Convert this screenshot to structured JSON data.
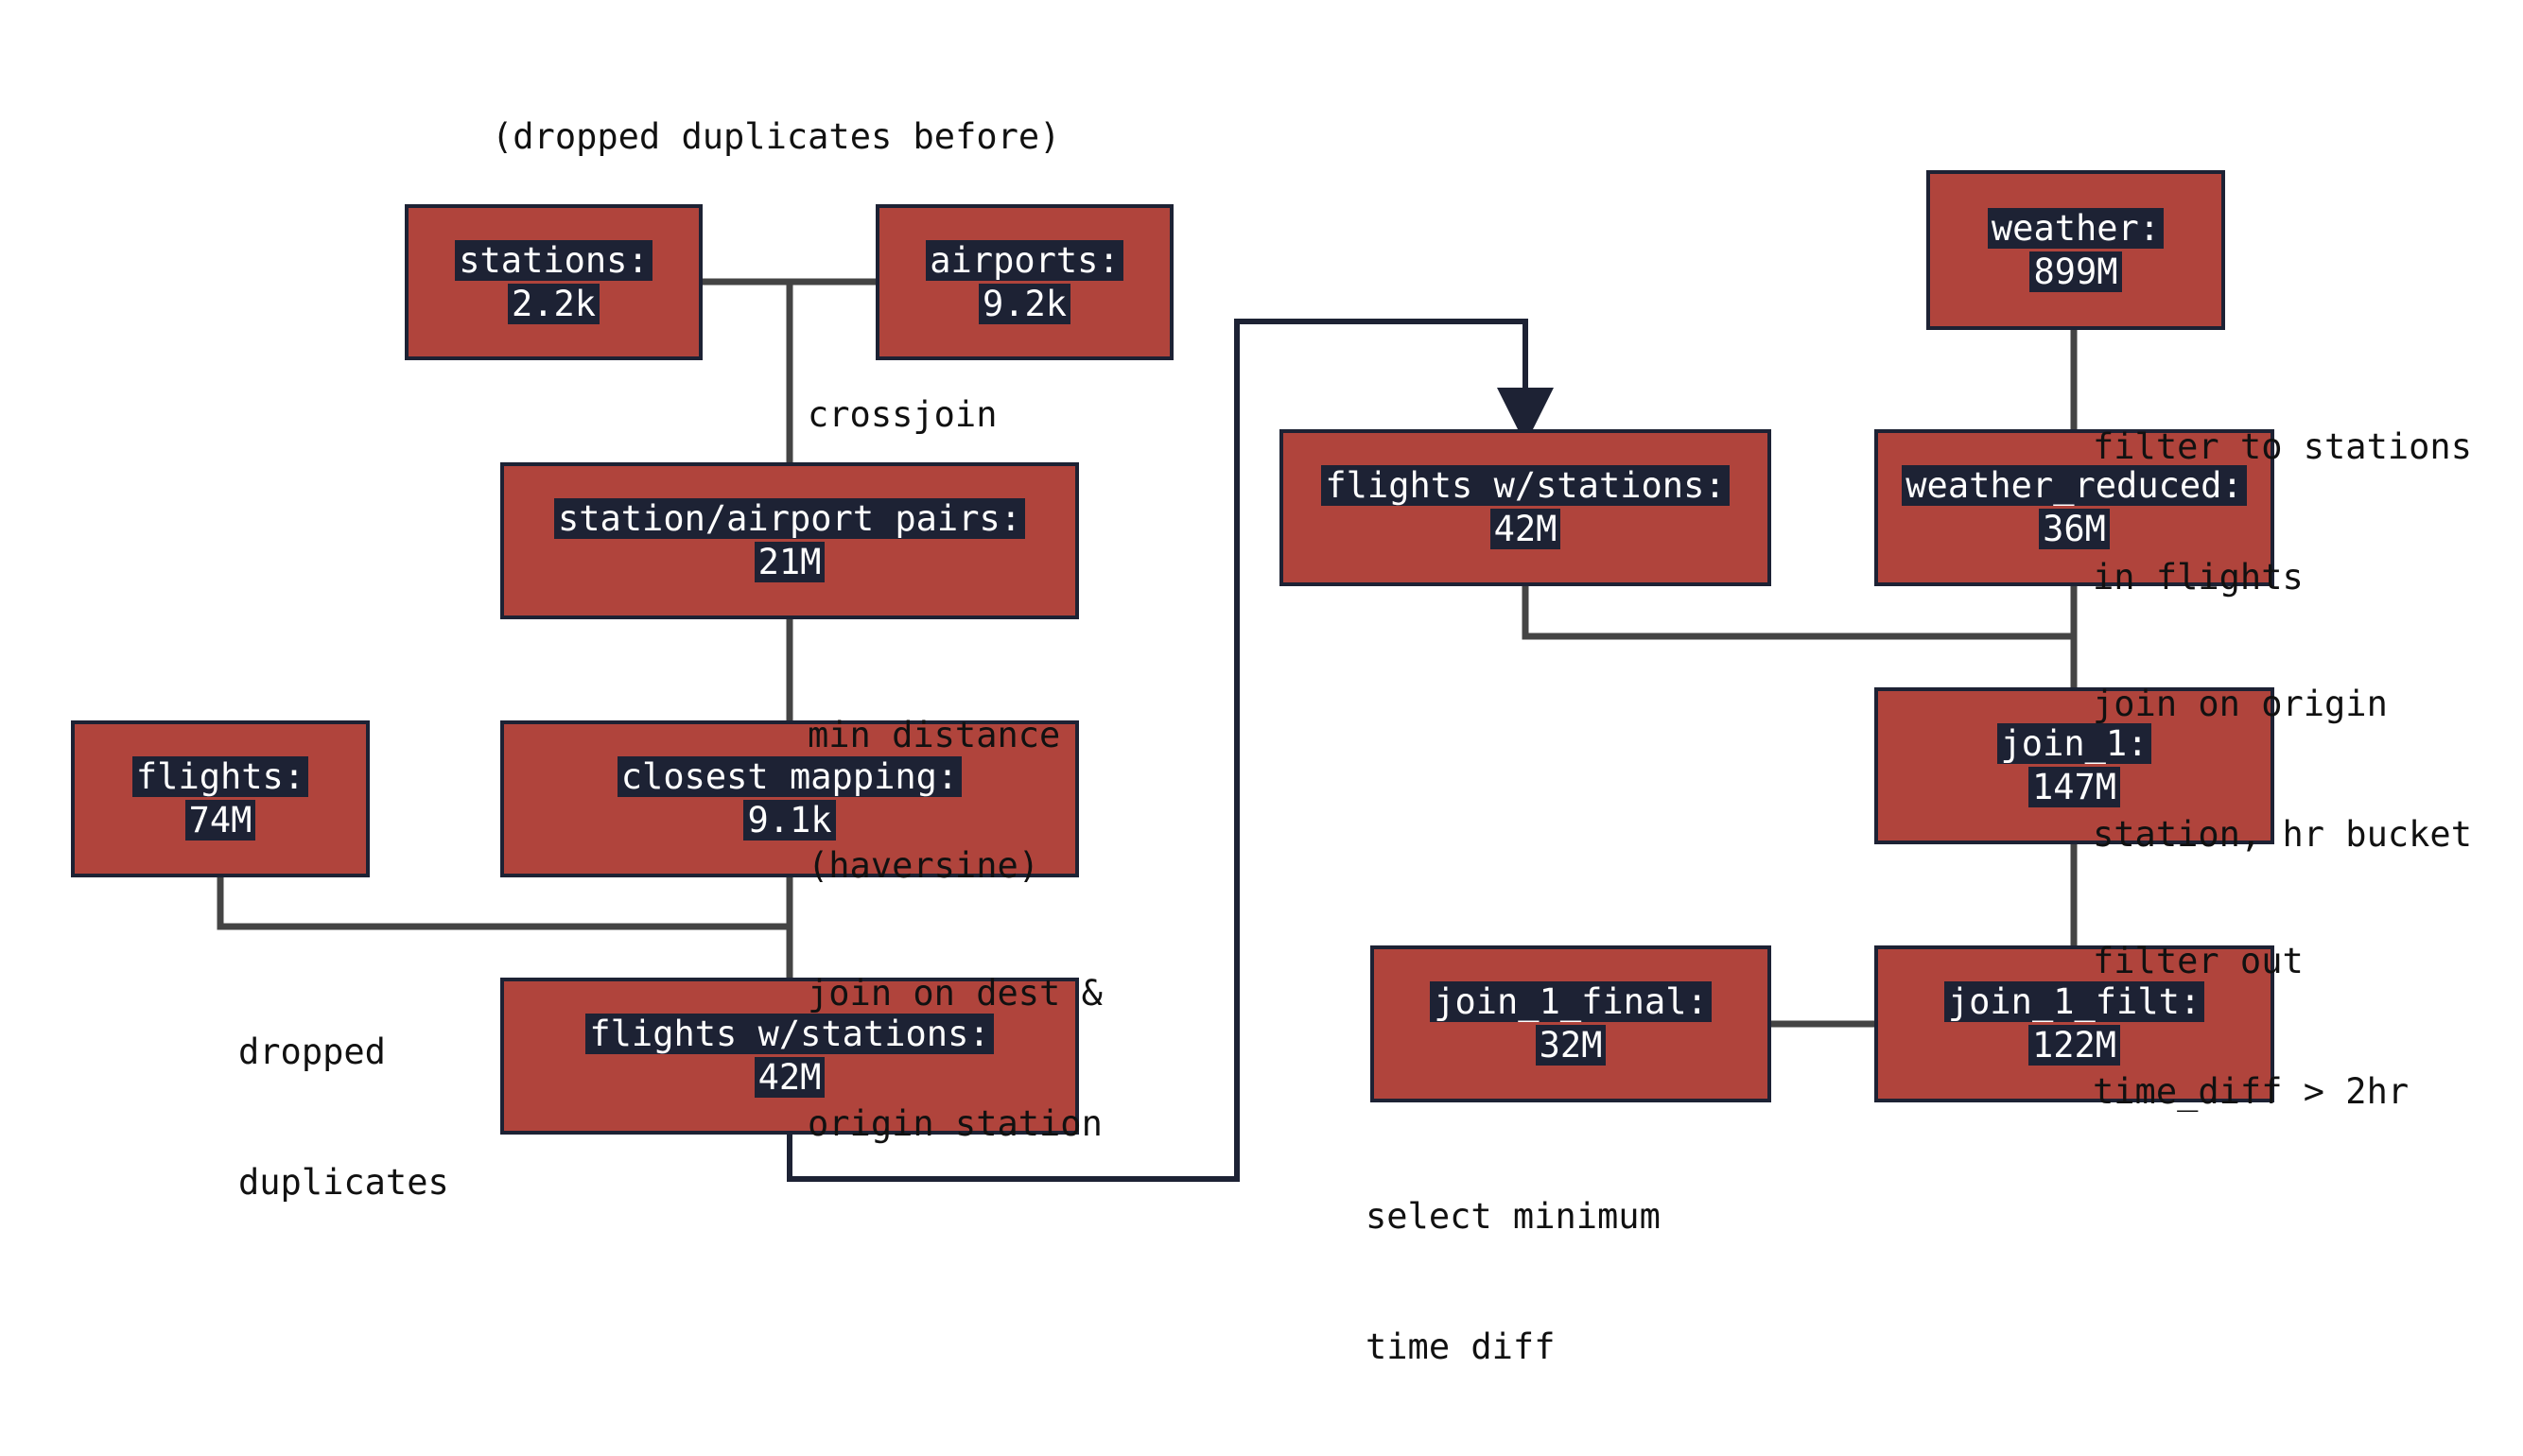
{
  "nodes": {
    "stations": {
      "line1": "stations:",
      "line2": "2.2k"
    },
    "airports": {
      "line1": "airports:",
      "line2": "9.2k"
    },
    "pairs": {
      "line1": "station/airport pairs:",
      "line2": "21M"
    },
    "flights": {
      "line1": "flights:",
      "line2": "74M"
    },
    "closest": {
      "line1": "closest mapping:",
      "line2": "9.1k"
    },
    "flights_stations_a": {
      "line1": "flights w/stations:",
      "line2": "42M"
    },
    "flights_stations_b": {
      "line1": "flights w/stations:",
      "line2": "42M"
    },
    "weather": {
      "line1": "weather:",
      "line2": "899M"
    },
    "weather_reduced": {
      "line1": "weather_reduced:",
      "line2": "36M"
    },
    "join_1": {
      "line1": "join_1:",
      "line2": "147M"
    },
    "join_1_filt": {
      "line1": "join_1_filt:",
      "line2": "122M"
    },
    "join_1_final": {
      "line1": "join_1_final:",
      "line2": "32M"
    }
  },
  "notes": {
    "dropped_before": "(dropped duplicates before)",
    "crossjoin": "crossjoin",
    "min_distance_1": "min distance",
    "min_distance_2": "(haversine)",
    "join_dest_1": "join on dest &",
    "join_dest_2": "origin station",
    "dropped_dup_1": "dropped",
    "dropped_dup_2": "duplicates",
    "filter_stations_1": "filter to stations",
    "filter_stations_2": "in flights",
    "join_origin_1": "join on origin",
    "join_origin_2": "station, hr bucket",
    "filter_out_1": "filter out",
    "filter_out_2": "time_diff > 2hr",
    "select_min_1": "select minimum",
    "select_min_2": "time diff"
  },
  "colors": {
    "box_fill": "#b0443c",
    "box_border": "#1d2234",
    "label_bg": "#1d2234",
    "connector": "#444444",
    "connector_dark": "#1d2234"
  }
}
